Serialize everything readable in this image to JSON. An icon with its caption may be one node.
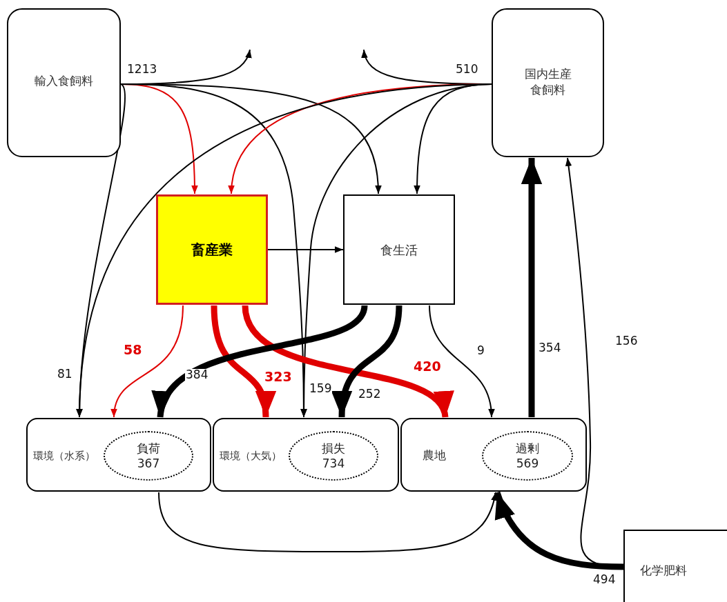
{
  "diagram": {
    "nodes": [
      {
        "text": [
          "輸入食飼料"
        ]
      },
      {
        "text": [
          "国内生産食飼料"
        ]
      },
      {
        "text": [
          "畜産業"
        ]
      },
      {
        "text": [
          "食生活"
        ]
      },
      {
        "text": [
          "環境（水系）"
        ]
      },
      {
        "text": [
          "負荷",
          "367"
        ],
        "in": 4
      },
      {
        "text": [
          "環境（大気）"
        ]
      },
      {
        "text": [
          "損失",
          "734"
        ],
        "in": 6
      },
      {
        "text": [
          "農地"
        ]
      },
      {
        "text": [
          "過剰",
          "569"
        ],
        "in": 8
      },
      {
        "text": [
          "化学肥料"
        ]
      }
    ],
    "edges": [
      {
        "from": 0,
        "to": null,
        "arrow": "to"
      },
      {
        "from": 0,
        "to": 2,
        "arrow": "to",
        "color": "#e00000"
      },
      {
        "from": 0,
        "to": 3,
        "arrow": "to"
      },
      {
        "from": 0,
        "to": 4,
        "arrow": "to",
        "label": "81"
      },
      {
        "from": 0,
        "to": 6,
        "arrow": "to",
        "label": "159"
      },
      {
        "from": 1,
        "to": null,
        "arrow": "to"
      },
      {
        "from": 1,
        "to": 2,
        "arrow": "to",
        "color": "#e00000"
      },
      {
        "from": 1,
        "to": 3,
        "arrow": "to"
      },
      {
        "from": 1,
        "to": 4,
        "arrow": "to"
      },
      {
        "from": 1,
        "to": 6,
        "arrow": "to"
      },
      {
        "from": 2,
        "to": 3,
        "arrow": "to"
      },
      {
        "from": 2,
        "to": 4,
        "arrow": "to",
        "label": "58",
        "color": "#e00000"
      },
      {
        "from": 2,
        "to": 6,
        "arrow": "to",
        "label": "323",
        "style": "thick",
        "color": "#e00000"
      },
      {
        "from": 2,
        "to": 8,
        "arrow": "to",
        "label": "420",
        "style": "thick",
        "color": "#e00000"
      },
      {
        "from": 3,
        "to": 4,
        "arrow": "to",
        "label": "384",
        "style": "thick"
      },
      {
        "from": 3,
        "to": 6,
        "arrow": "to",
        "label": "252",
        "style": "thick"
      },
      {
        "from": 3,
        "to": 8,
        "arrow": "to",
        "label": "9"
      },
      {
        "from": 8,
        "to": 1,
        "arrow": "to",
        "label": "354",
        "style": "thick"
      },
      {
        "from": 10,
        "to": 1,
        "arrow": "to",
        "label": "156"
      },
      {
        "from": 10,
        "to": 8,
        "arrow": "to",
        "label": "494",
        "style": "thick"
      },
      {
        "from": 4,
        "to": 8,
        "arrow": "to"
      }
    ],
    "labels": [
      "1213",
      "510"
    ]
  }
}
